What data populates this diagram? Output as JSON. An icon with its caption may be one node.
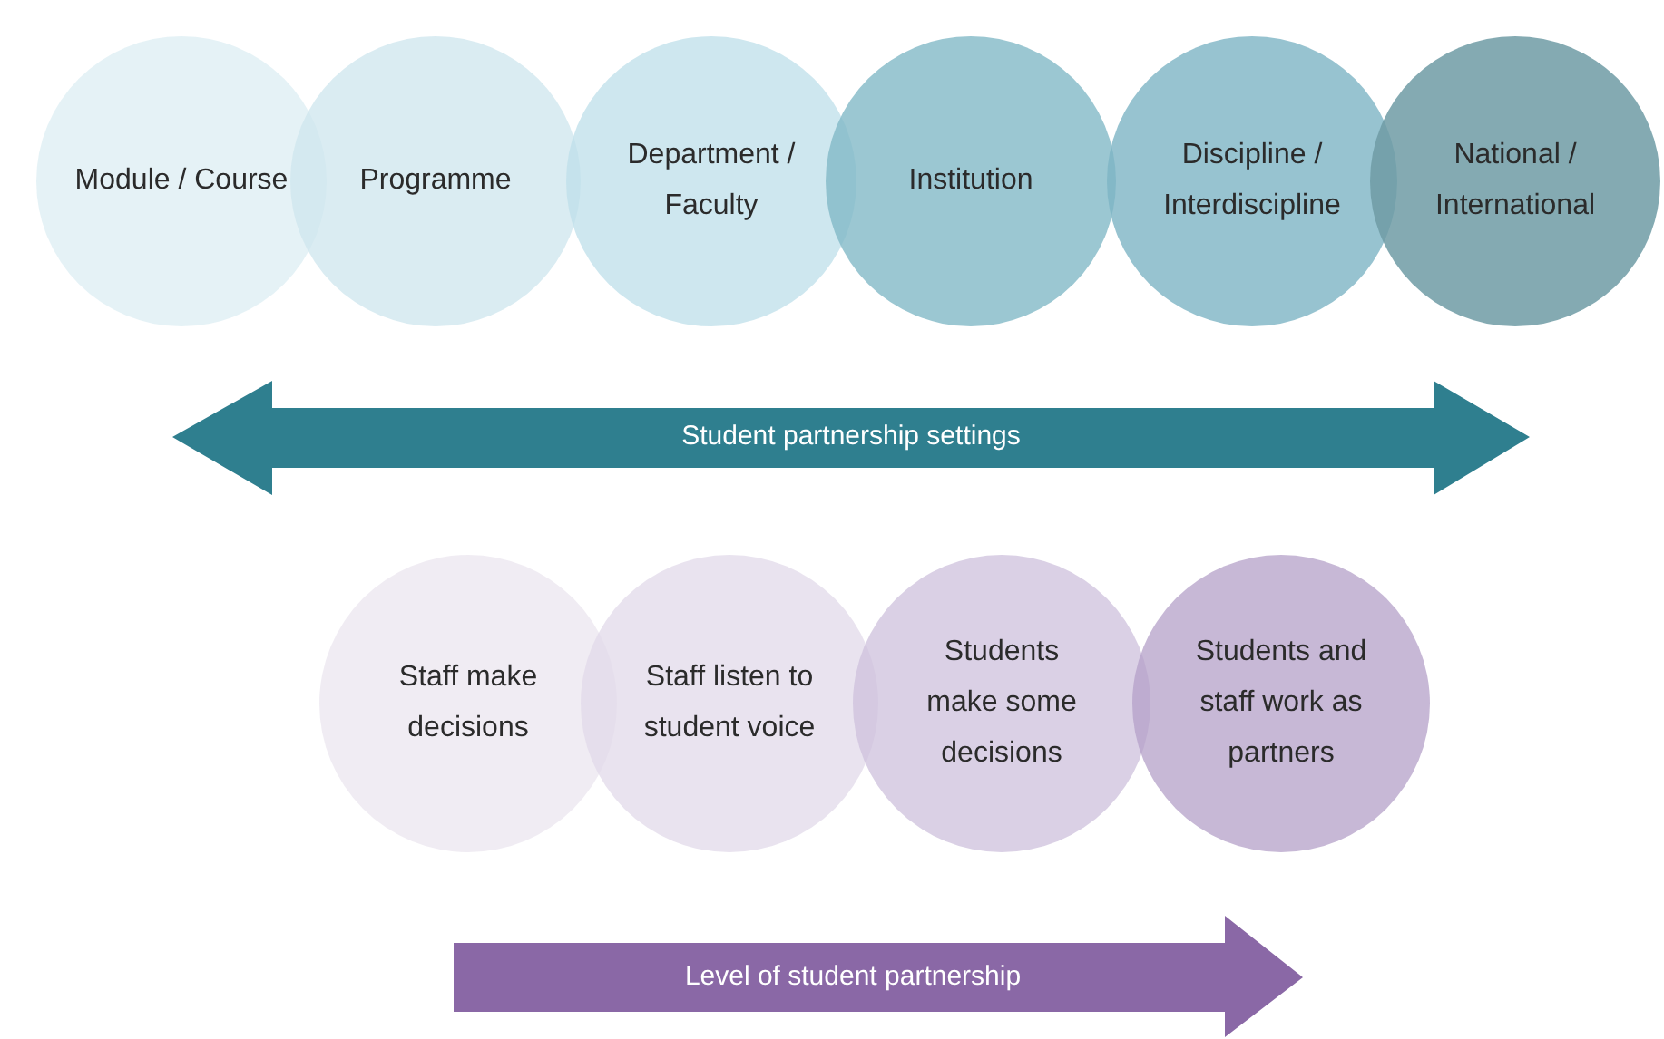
{
  "diagram": {
    "nodes": [
      {
        "text": [
          "Module / Course"
        ]
      },
      {
        "text": [
          "Programme"
        ]
      },
      {
        "text": [
          "Department / Faculty"
        ]
      },
      {
        "text": [
          "Institution"
        ]
      },
      {
        "text": [
          "Discipline / Interdiscipline"
        ]
      },
      {
        "text": [
          "National / International"
        ]
      },
      {
        "text": [
          "Staff make decisions"
        ]
      },
      {
        "text": [
          "Staff listen to student voice"
        ]
      },
      {
        "text": [
          "Students make some decisions"
        ]
      },
      {
        "text": [
          "Students and staff work as partners"
        ]
      }
    ],
    "labels": [
      "Student partnership settings",
      "Level of student partnership"
    ]
  }
}
